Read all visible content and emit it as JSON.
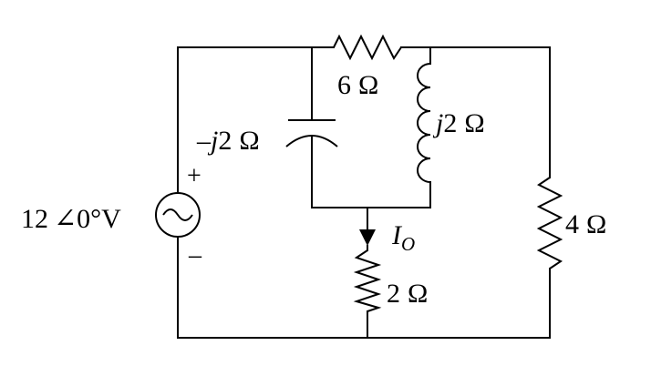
{
  "circuit": {
    "source": {
      "value": "12",
      "angle_symbol": "∠",
      "phase": "0°",
      "unit": "V",
      "plus": "+",
      "minus": "–"
    },
    "r_top": {
      "value": "6",
      "unit": "Ω"
    },
    "capacitor": {
      "prefix": "–",
      "j": "j",
      "value": "2",
      "unit": "Ω"
    },
    "inductor": {
      "j": "j",
      "value": "2",
      "unit": "Ω"
    },
    "r_right": {
      "value": "4",
      "unit": "Ω"
    },
    "r_bottom": {
      "value": "2",
      "unit": "Ω"
    },
    "current": {
      "symbol": "I",
      "subscript": "O"
    }
  }
}
